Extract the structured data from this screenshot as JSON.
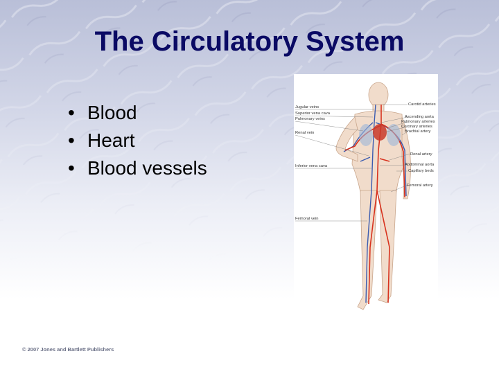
{
  "slide": {
    "title": "The Circulatory System",
    "bullets": [
      "Blood",
      "Heart",
      "Blood vessels"
    ],
    "copyright": "© 2007 Jones and Bartlett Publishers"
  },
  "figure": {
    "left_labels": [
      "Jugular veins",
      "Superior vena cava",
      "Pulmonary veins",
      "Renal vein",
      "Inferior vena cava",
      "Femoral vein"
    ],
    "right_labels": [
      "Carotid arteries",
      "Ascending aorta",
      "Pulmonary arteries",
      "Coronary arteries",
      "Brachial artery",
      "Renal artery",
      "Abdominal aorta",
      "Capillary beds",
      "Femoral artery"
    ]
  },
  "colors": {
    "title": "#0a0a64",
    "artery": "#d8321e",
    "vein": "#3a5bb0"
  }
}
